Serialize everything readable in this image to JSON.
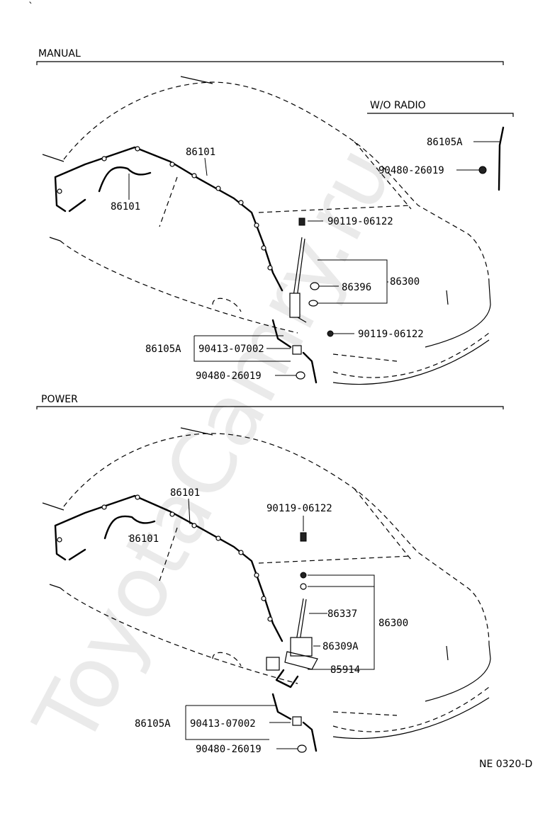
{
  "watermark": "ToyotaCamry.ru",
  "sections": {
    "manual": "MANUAL",
    "wo_radio": "W/O RADIO",
    "power": "POWER"
  },
  "manual": {
    "harness_upper": "86101",
    "harness_lower": "86101",
    "wo_cable": "86105A",
    "wo_cap": "90480-26019",
    "screw_top": "90119-06122",
    "nut": "86396",
    "antenna_assy": "86300",
    "screw_bottom": "90119-06122",
    "cable": "86105A",
    "clamp": "90413-07002",
    "cap": "90480-26019"
  },
  "power": {
    "harness_upper": "86101",
    "harness_lower": "86101",
    "screw_top": "90119-06122",
    "mast": "86337",
    "antenna_assy": "86300",
    "motor": "86309A",
    "relay": "85914",
    "cable": "86105A",
    "clamp": "90413-07002",
    "cap": "90480-26019"
  },
  "footer_code": "NE 0320-D"
}
